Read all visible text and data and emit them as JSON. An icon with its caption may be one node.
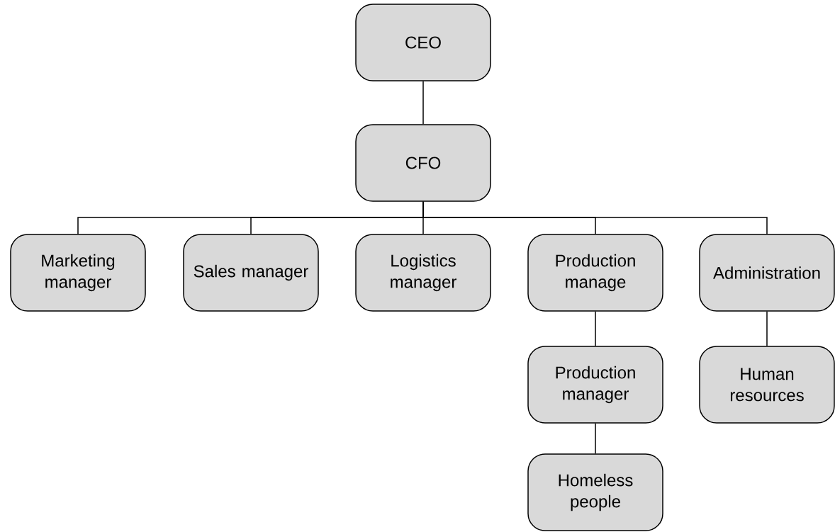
{
  "diagram": {
    "nodes": [
      {
        "text": [
          "CEO"
        ]
      },
      {
        "text": [
          "CFO"
        ]
      },
      {
        "text": [
          "Marketing manager"
        ]
      },
      {
        "text": [
          "Sales manager"
        ]
      },
      {
        "text": [
          "Logistics manager"
        ]
      },
      {
        "text": [
          "Production manage"
        ]
      },
      {
        "text": [
          "Administration"
        ]
      },
      {
        "text": [
          "Production manager"
        ]
      },
      {
        "text": [
          "Human resources"
        ]
      },
      {
        "text": [
          "Homeless people"
        ]
      }
    ],
    "edges": [
      {
        "from": 0,
        "to": 1,
        "arrow": "none"
      },
      {
        "from": 1,
        "to": 2,
        "arrow": "none"
      },
      {
        "from": 1,
        "to": 3,
        "arrow": "none"
      },
      {
        "from": 1,
        "to": 4,
        "arrow": "none"
      },
      {
        "from": 1,
        "to": 5,
        "arrow": "none"
      },
      {
        "from": 1,
        "to": 6,
        "arrow": "none"
      },
      {
        "from": 5,
        "to": 7,
        "arrow": "none"
      },
      {
        "from": 7,
        "to": 9,
        "arrow": "none"
      },
      {
        "from": 6,
        "to": 8,
        "arrow": "none"
      }
    ]
  }
}
